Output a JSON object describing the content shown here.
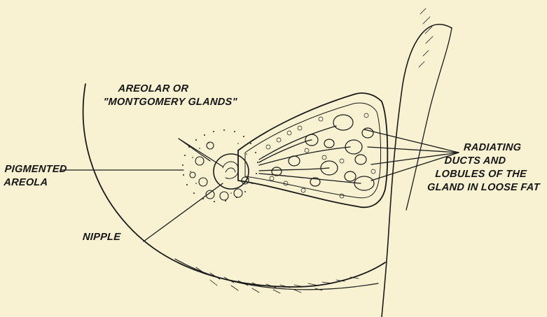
{
  "diagram": {
    "labels": {
      "montgomery": [
        "AREOLAR OR",
        "\"MONTGOMERY GLANDS\""
      ],
      "areola": [
        "PIGMENTED",
        "AREOLA"
      ],
      "nipple": [
        "NIPPLE"
      ],
      "ducts": [
        "RADIATING",
        "DUCTS AND",
        "LOBULES OF THE",
        "GLAND IN LOOSE FAT"
      ]
    },
    "colors": {
      "paper": "#f8f2d3",
      "ink": "#151515"
    }
  }
}
